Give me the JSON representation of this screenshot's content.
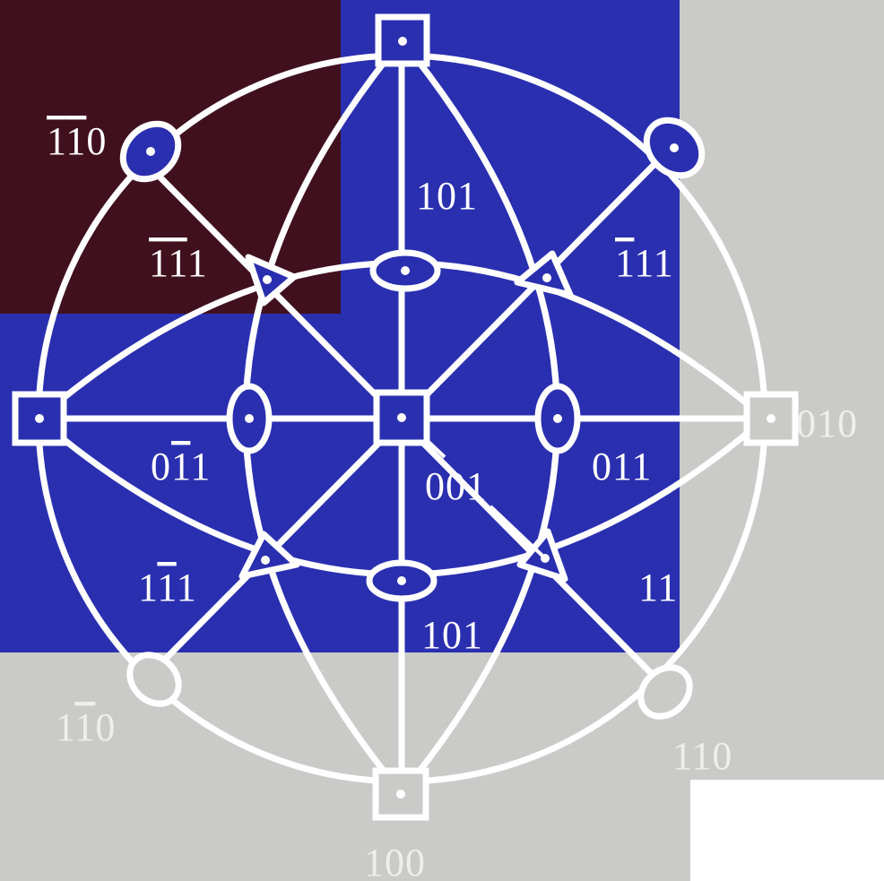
{
  "colors": {
    "blue_panel": "#2a2fb0",
    "maroon_panel": "#40101e",
    "paper": "#cacac8",
    "white_patch": "#ffffff",
    "lines": "#ffffff"
  },
  "symmetry_axes": {
    "fourfold": "square",
    "threefold": "triangle",
    "twofold": "ellipse"
  },
  "labels": [
    {
      "id": "lbl-1b1b0-top",
      "parts": [
        {
          "t": "1",
          "bar": true
        },
        {
          "t": "1",
          "bar": true
        },
        {
          "t": "0",
          "bar": false
        }
      ]
    },
    {
      "id": "lbl-101-top",
      "parts": [
        {
          "t": "101",
          "bar": false
        }
      ]
    },
    {
      "id": "lbl-1b1b1",
      "parts": [
        {
          "t": "1",
          "bar": true
        },
        {
          "t": "1",
          "bar": true
        },
        {
          "t": "1",
          "bar": false
        }
      ]
    },
    {
      "id": "lbl-1b11",
      "parts": [
        {
          "t": "1",
          "bar": true
        },
        {
          "t": "11",
          "bar": false
        }
      ]
    },
    {
      "id": "lbl-01b1",
      "parts": [
        {
          "t": "0",
          "bar": false
        },
        {
          "t": "1",
          "bar": true
        },
        {
          "t": "1",
          "bar": false
        }
      ]
    },
    {
      "id": "lbl-001",
      "parts": [
        {
          "t": "001",
          "bar": false
        }
      ]
    },
    {
      "id": "lbl-011",
      "parts": [
        {
          "t": "011",
          "bar": false
        }
      ]
    },
    {
      "id": "lbl-010",
      "parts": [
        {
          "t": "010",
          "bar": false
        }
      ]
    },
    {
      "id": "lbl-11b1",
      "parts": [
        {
          "t": "1",
          "bar": false
        },
        {
          "t": "1",
          "bar": true
        },
        {
          "t": "1",
          "bar": false
        }
      ]
    },
    {
      "id": "lbl-11-partial",
      "parts": [
        {
          "t": "11",
          "bar": false
        }
      ]
    },
    {
      "id": "lbl-101-bottom",
      "parts": [
        {
          "t": "101",
          "bar": false
        }
      ]
    },
    {
      "id": "lbl-11b0",
      "parts": [
        {
          "t": "1",
          "bar": false
        },
        {
          "t": "1",
          "bar": true
        },
        {
          "t": "0",
          "bar": false
        }
      ]
    },
    {
      "id": "lbl-110",
      "parts": [
        {
          "t": "110",
          "bar": false
        }
      ]
    },
    {
      "id": "lbl-100",
      "parts": [
        {
          "t": "100",
          "bar": false
        }
      ]
    }
  ]
}
